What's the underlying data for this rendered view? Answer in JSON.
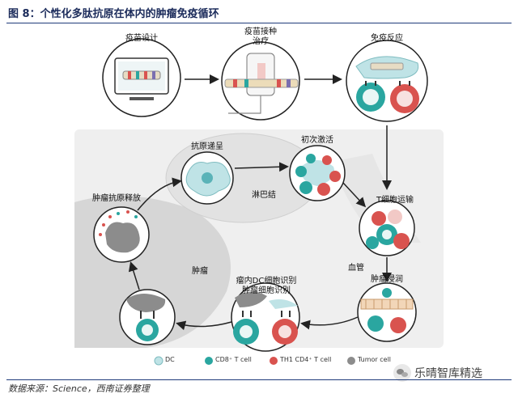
{
  "figure": {
    "title": "图 8：个性化多肽抗原在体内的肿瘤免疫循环",
    "source": "数据来源：Science，西南证券整理",
    "watermark": "乐晴智库精选"
  },
  "top_steps": [
    {
      "label": "疫苗设计"
    },
    {
      "label": "疫苗接种",
      "label2": "治疗"
    },
    {
      "label": "免疫反应"
    }
  ],
  "cycle_steps": {
    "antigen_presentation": "抗原递呈",
    "priming_activation": "初次激活",
    "lymph_node": "淋巴结",
    "t_cell_trafficking": "T细胞运输",
    "blood_vessel": "血管",
    "tumor_infiltration": "肿瘤浸润",
    "recognition_line1": "瘤内DC细胞识别",
    "recognition_line2": "肿瘤细胞识别",
    "tumor": "肿瘤",
    "antigen_release": "肿瘤抗原释放"
  },
  "legend": [
    {
      "label": "DC",
      "color": "#bfe3e6"
    },
    {
      "label": "CD8⁺ T cell",
      "color": "#2aa6a0"
    },
    {
      "label": "TH1 CD4⁺ T cell",
      "color": "#d9534f"
    },
    {
      "label": "Tumor cell",
      "color": "#8c8c8c"
    }
  ],
  "colors": {
    "title": "#1a2a5a",
    "rule": "#1f3b7a",
    "teal": "#2aa6a0",
    "red": "#d9534f",
    "dc": "#bfe3e6",
    "tumor": "#8c8c8c"
  }
}
